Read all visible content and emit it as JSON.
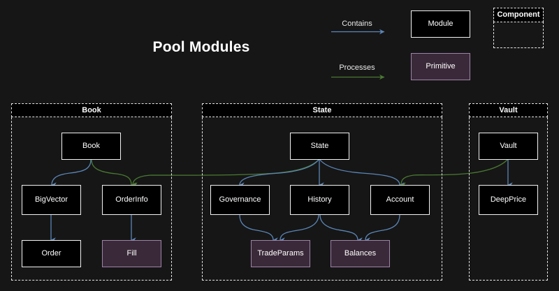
{
  "title": "Pool Modules",
  "background_color": "#161616",
  "legend": {
    "contains_label": "Contains",
    "processes_label": "Processes",
    "contains_color": "#5b86b8",
    "processes_color": "#4a7a32",
    "module_sample_label": "Module",
    "primitive_sample_label": "Primitive",
    "component_sample_label": "Component",
    "module_fill": "#000000",
    "module_border": "#f2f2f2",
    "primitive_fill": "#3a2a39",
    "primitive_border": "#9e82a8"
  },
  "clusters": [
    {
      "id": "book",
      "label": "Book"
    },
    {
      "id": "state",
      "label": "State"
    },
    {
      "id": "vault",
      "label": "Vault"
    }
  ],
  "nodes": [
    {
      "id": "book",
      "label": "Book",
      "type": "module",
      "cluster": "book"
    },
    {
      "id": "bigvector",
      "label": "BigVector",
      "type": "module",
      "cluster": "book"
    },
    {
      "id": "orderinfo",
      "label": "OrderInfo",
      "type": "module",
      "cluster": "book"
    },
    {
      "id": "order",
      "label": "Order",
      "type": "module",
      "cluster": "book"
    },
    {
      "id": "fill",
      "label": "Fill",
      "type": "primitive",
      "cluster": "book"
    },
    {
      "id": "state",
      "label": "State",
      "type": "module",
      "cluster": "state"
    },
    {
      "id": "governance",
      "label": "Governance",
      "type": "module",
      "cluster": "state"
    },
    {
      "id": "history",
      "label": "History",
      "type": "module",
      "cluster": "state"
    },
    {
      "id": "account",
      "label": "Account",
      "type": "module",
      "cluster": "state"
    },
    {
      "id": "tradeparams",
      "label": "TradeParams",
      "type": "primitive",
      "cluster": "state"
    },
    {
      "id": "balances",
      "label": "Balances",
      "type": "primitive",
      "cluster": "state"
    },
    {
      "id": "vault",
      "label": "Vault",
      "type": "module",
      "cluster": "vault"
    },
    {
      "id": "deepprice",
      "label": "DeepPrice",
      "type": "module",
      "cluster": "vault"
    }
  ],
  "edges": [
    {
      "from": "book",
      "to": "bigvector",
      "relation": "Contains"
    },
    {
      "from": "bigvector",
      "to": "order",
      "relation": "Contains"
    },
    {
      "from": "orderinfo",
      "to": "fill",
      "relation": "Contains"
    },
    {
      "from": "book",
      "to": "orderinfo",
      "relation": "Processes"
    },
    {
      "from": "state",
      "to": "governance",
      "relation": "Contains"
    },
    {
      "from": "state",
      "to": "history",
      "relation": "Contains"
    },
    {
      "from": "state",
      "to": "account",
      "relation": "Contains"
    },
    {
      "from": "state",
      "to": "orderinfo",
      "relation": "Processes"
    },
    {
      "from": "governance",
      "to": "tradeparams",
      "relation": "Contains"
    },
    {
      "from": "history",
      "to": "tradeparams",
      "relation": "Contains"
    },
    {
      "from": "history",
      "to": "balances",
      "relation": "Contains"
    },
    {
      "from": "account",
      "to": "balances",
      "relation": "Contains"
    },
    {
      "from": "vault",
      "to": "deepprice",
      "relation": "Contains"
    },
    {
      "from": "vault",
      "to": "account",
      "relation": "Processes"
    }
  ]
}
